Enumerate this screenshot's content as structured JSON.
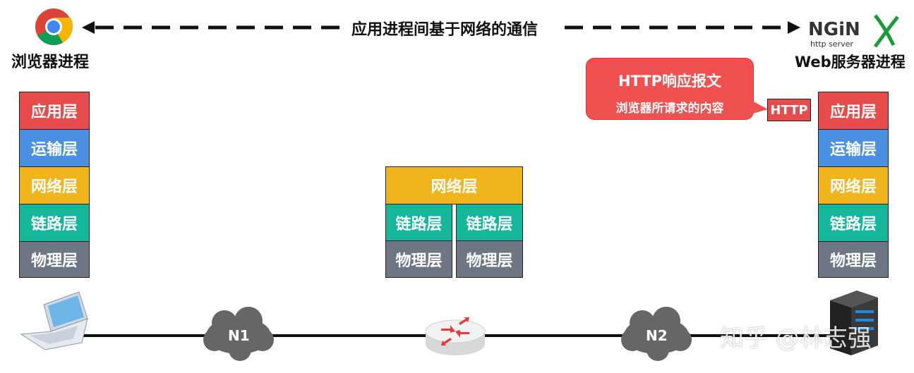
{
  "top_arrow_label": "应用进程间基于网络的通信",
  "browser": {
    "caption": "浏览器进程",
    "icon": "chrome-icon"
  },
  "server_app": {
    "logo_text": "NGiNX",
    "logo_sub": "http server",
    "caption": "Web服务器进程",
    "icon": "nginx-logo"
  },
  "callout": {
    "title": "HTTP响应报文",
    "subtitle": "浏览器所请求的内容"
  },
  "http_tag": "HTTP",
  "left_stack": [
    "应用层",
    "运输层",
    "网络层",
    "链路层",
    "物理层"
  ],
  "right_stack": [
    "应用层",
    "运输层",
    "网络层",
    "链路层",
    "物理层"
  ],
  "router_stack": {
    "network": "网络层",
    "link_left": "链路层",
    "link_right": "链路层",
    "phys_left": "物理层",
    "phys_right": "物理层"
  },
  "networks": {
    "n1": "N1",
    "n2": "N2"
  },
  "watermark": "知乎 @林志强",
  "colors": {
    "application": "#e84b4b",
    "transport": "#4a90e2",
    "network": "#f0b51c",
    "link": "#14b79a",
    "physical": "#6e7684"
  }
}
